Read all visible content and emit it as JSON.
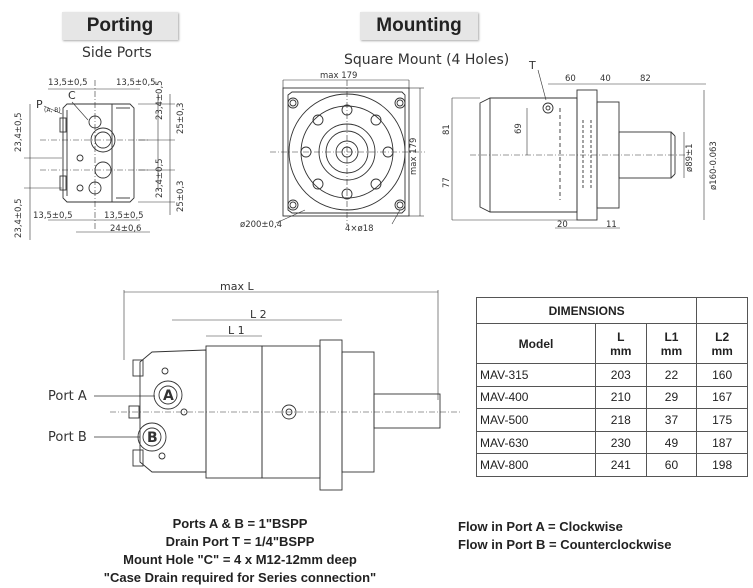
{
  "headers": {
    "porting": "Porting",
    "mounting": "Mounting"
  },
  "captions": {
    "side_ports": "Side Ports",
    "square_mount": "Square Mount (4 Holes)"
  },
  "porting_dims": {
    "d1": "13,5±0,5",
    "d2": "13,5±0,5",
    "d3": "13,5±0,5",
    "d4": "13,5±0,5",
    "d5": "24±0,6",
    "d6": "23,4±0,5",
    "d7": "23,4±0,5",
    "d8": "23,4±0,5",
    "d9": "23,4±0,5",
    "d10": "25±0,3",
    "d11": "25±0,3",
    "p": "P",
    "p_sub": "(A, B)",
    "c": "C"
  },
  "mount_dims": {
    "max179": "max 179",
    "max179v": "max 179",
    "d200": "ø200±0,4",
    "holes": "4×ø18",
    "t": "T",
    "d60": "60",
    "d40": "40",
    "d82": "82",
    "d81": "81",
    "d69": "69",
    "d77": "77",
    "d20": "20",
    "d11": "11",
    "d89": "ø89±1",
    "d160": "ø160-0.063"
  },
  "side_view": {
    "maxL": "max L",
    "L2": "L 2",
    "L1": "L 1",
    "portA": "Port A",
    "portB": "Port B",
    "A": "A",
    "B": "B"
  },
  "table": {
    "title": "DIMENSIONS",
    "h_model": "Model",
    "h_L": "L",
    "h_L1": "L1",
    "h_L2": "L2",
    "unit": "mm",
    "rows": [
      {
        "model": "MAV-315",
        "L": "203",
        "L1": "22",
        "L2": "160"
      },
      {
        "model": "MAV-400",
        "L": "210",
        "L1": "29",
        "L2": "167"
      },
      {
        "model": "MAV-500",
        "L": "218",
        "L1": "37",
        "L2": "175"
      },
      {
        "model": "MAV-630",
        "L": "230",
        "L1": "49",
        "L2": "187"
      },
      {
        "model": "MAV-800",
        "L": "241",
        "L1": "60",
        "L2": "198"
      }
    ]
  },
  "notes": {
    "line1": "Ports A & B = 1\"BSPP",
    "line2": "Drain Port T = 1/4\"BSPP",
    "line3": "Mount Hole \"C\" = 4 x M12-12mm deep",
    "line4": "\"Case Drain required for Series connection\""
  },
  "flow": {
    "line1": "Flow in Port A = Clockwise",
    "line2": "Flow in Port B = Counterclockwise"
  }
}
